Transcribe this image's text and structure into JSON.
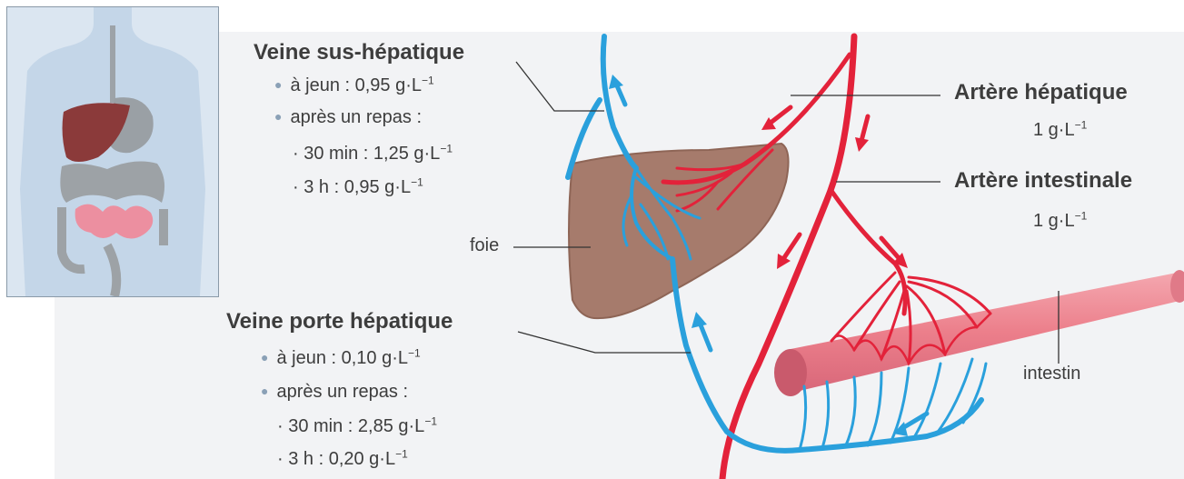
{
  "colors": {
    "vein": "#2aa0dc",
    "artery": "#e3223a",
    "liver": "#a07567",
    "intestine": "#ef8d98",
    "text": "#3d3d3d"
  },
  "labels": {
    "veine_sus_hepatique": {
      "title": "Veine sus-hépatique",
      "a_jeun": "à jeun : 0,95 g·L",
      "apres_repas": "après un repas :",
      "t30": "· 30 min : 1,25 g·L",
      "t3h": "· 3 h : 0,95 g·L"
    },
    "veine_porte": {
      "title": "Veine porte hépatique",
      "a_jeun": "à jeun : 0,10 g·L",
      "apres_repas": "après un repas :",
      "t30": "· 30 min : 2,85 g·L",
      "t3h": "· 3 h : 0,20 g·L"
    },
    "artere_hepatique": {
      "title": "Artère hépatique",
      "value": "1 g·L"
    },
    "artere_intestinale": {
      "title": "Artère intestinale",
      "value": "1 g·L"
    },
    "foie": "foie",
    "intestin": "intestin",
    "exponent": "−1"
  }
}
